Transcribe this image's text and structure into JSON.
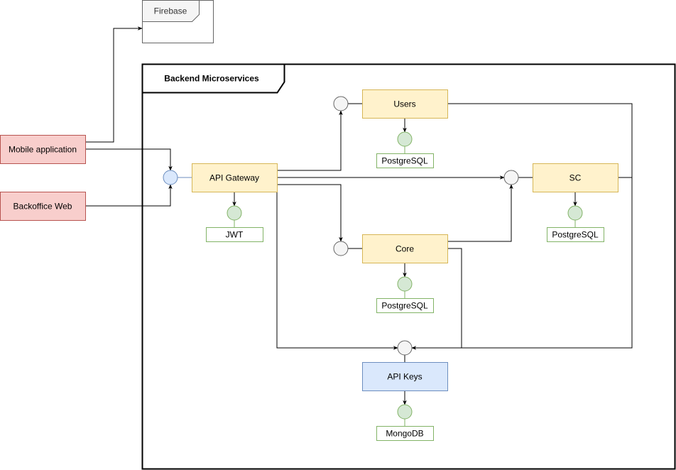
{
  "frames": {
    "firebase": {
      "label": "Firebase"
    },
    "backend": {
      "label": "Backend Microservices"
    }
  },
  "clients": {
    "mobile": {
      "label": "Mobile application"
    },
    "backoffice": {
      "label": "Backoffice Web"
    }
  },
  "services": {
    "gateway": {
      "label": "API Gateway"
    },
    "users": {
      "label": "Users"
    },
    "sc": {
      "label": "SC"
    },
    "core": {
      "label": "Core"
    },
    "apikeys": {
      "label": "API Keys"
    }
  },
  "datastores": {
    "gateway_jwt": {
      "label": "JWT"
    },
    "users_db": {
      "label": "PostgreSQL"
    },
    "sc_db": {
      "label": "PostgreSQL"
    },
    "core_db": {
      "label": "PostgreSQL"
    },
    "apikeys_db": {
      "label": "MongoDB"
    }
  },
  "colors": {
    "client_fill": "#f8cecc",
    "client_stroke": "#b85450",
    "service_fill": "#fff2cc",
    "service_stroke": "#d6b656",
    "apikeys_fill": "#dae8fc",
    "apikeys_stroke": "#6c8ebf",
    "db_stroke": "#82b366",
    "db_interface_fill": "#d5e8d4",
    "interface_fill": "#f5f5f5"
  }
}
